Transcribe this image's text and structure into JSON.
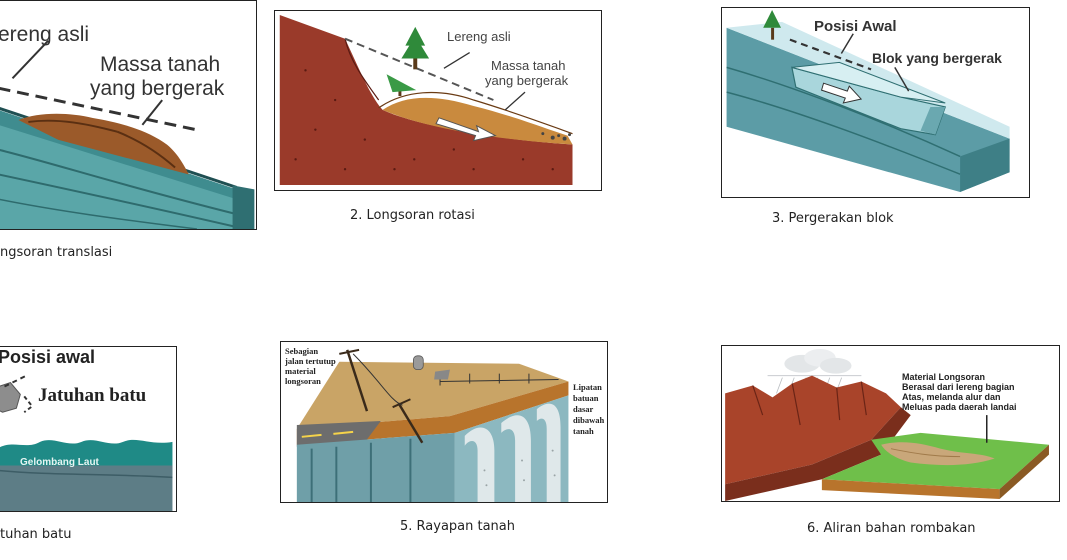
{
  "panels": {
    "p1": {
      "caption": "ngsoran translasi",
      "label_slope": "ereng asli",
      "label_mass_line1": "Massa tanah",
      "label_mass_line2": "yang bergerak"
    },
    "p2": {
      "caption": "2. Longsoran rotasi",
      "label_slope": "Lereng asli",
      "label_mass_line1": "Massa tanah",
      "label_mass_line2": "yang bergerak"
    },
    "p3": {
      "caption": "3. Pergerakan blok",
      "label_start": "Posisi Awal",
      "label_block": "Blok yang bergerak"
    },
    "p4": {
      "caption": "tuhan batu",
      "label_start": "Posisi awal",
      "label_fall": "Jatuhan batu",
      "label_wave": "Gelombang Laut"
    },
    "p5": {
      "caption": "5. Rayapan tanah",
      "left_note": [
        "Sebagian",
        "jalan tertutup",
        "material",
        "longsoran"
      ],
      "right_note": [
        "Lipatan",
        "batuan",
        "dasar",
        "dibawah",
        "tanah"
      ]
    },
    "p6": {
      "caption": "6. Aliran bahan rombakan",
      "note": [
        "Material Longsoran",
        "Berasal dari lereng bagian",
        "Atas, melanda alur dan",
        "Meluas pada daerah landai"
      ]
    }
  },
  "colors": {
    "teal": "#5e9ea0",
    "dark_teal": "#2f6f72",
    "brown": "#8b4a2b",
    "soil": "#a8692f",
    "red_brown": "#9a3a2a",
    "ice": "#a9d6dc",
    "grass": "#6fbf4a"
  }
}
